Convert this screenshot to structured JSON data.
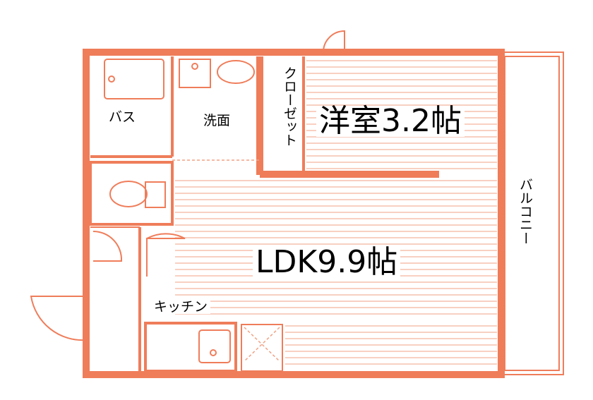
{
  "plan": {
    "wall_color": "#ef7d5a",
    "line_color": "#f0a285",
    "rooms": {
      "western": "洋室3.2帖",
      "ldk": "LDK9.9帖",
      "closet": "クローゼット",
      "bath": "バス",
      "washroom": "洗面",
      "kitchen": "キッチン",
      "balcony": "バルコニー"
    }
  }
}
